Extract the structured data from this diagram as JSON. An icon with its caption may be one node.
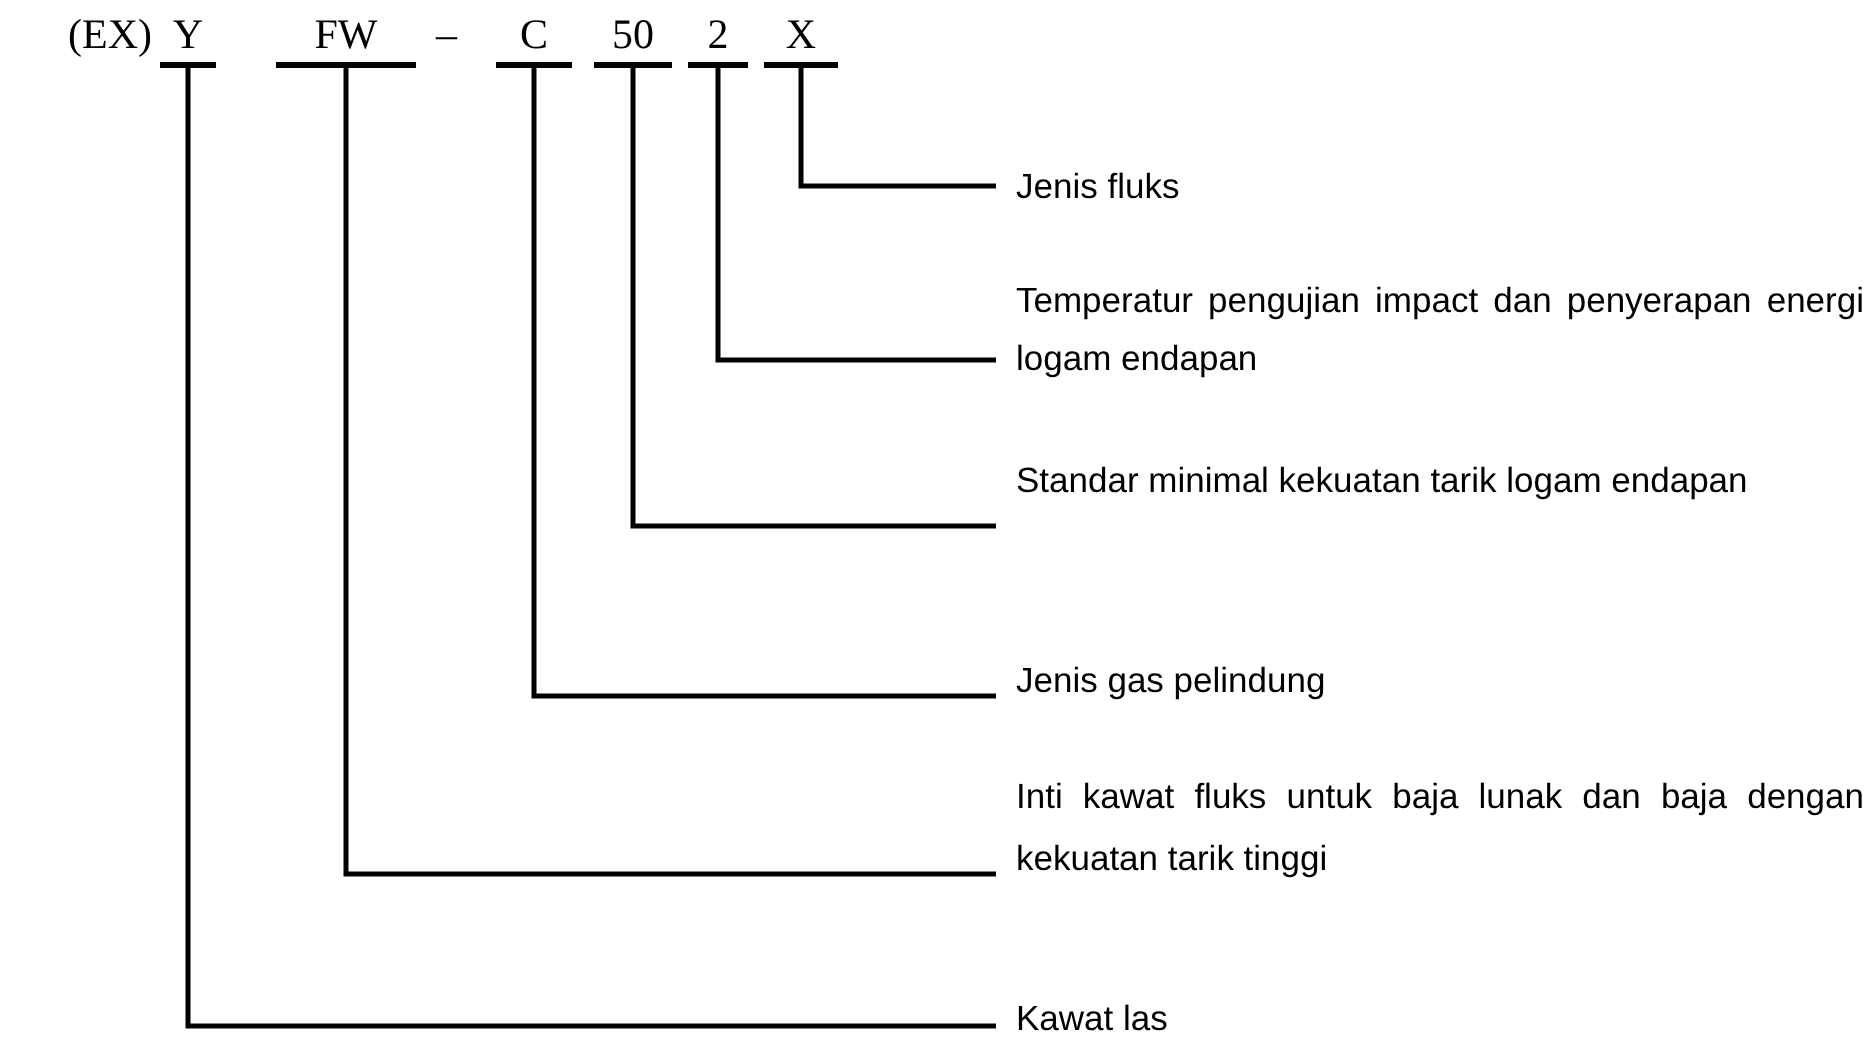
{
  "diagram": {
    "nodes": [
      {
        "text": [
          "Y"
        ]
      },
      {
        "text": [
          "FW"
        ]
      },
      {
        "text": [
          "C"
        ]
      },
      {
        "text": [
          "50"
        ]
      },
      {
        "text": [
          "2"
        ]
      },
      {
        "text": [
          "X"
        ]
      },
      {
        "text": [
          "Jenis fluks"
        ]
      },
      {
        "text": [
          "Temperatur pengujian impact dan penyerapan energi logam endapan"
        ]
      },
      {
        "text": [
          "Standar minimal kekuatan tarik logam endapan"
        ]
      },
      {
        "text": [
          "Jenis gas pelindung"
        ]
      },
      {
        "text": [
          "Inti kawat fluks untuk baja lunak dan baja dengan kekuatan tarik tinggi"
        ]
      },
      {
        "text": [
          "Kawat las"
        ]
      }
    ],
    "edges": [
      {
        "from": 5,
        "to": 6,
        "arrow": "none"
      },
      {
        "from": 4,
        "to": 7,
        "arrow": "none"
      },
      {
        "from": 3,
        "to": 8,
        "arrow": "none"
      },
      {
        "from": 2,
        "to": 9,
        "arrow": "none"
      },
      {
        "from": 1,
        "to": 10,
        "arrow": "none"
      },
      {
        "from": 0,
        "to": 11,
        "arrow": "none"
      }
    ],
    "labels": [
      "(EX)",
      "–"
    ]
  }
}
